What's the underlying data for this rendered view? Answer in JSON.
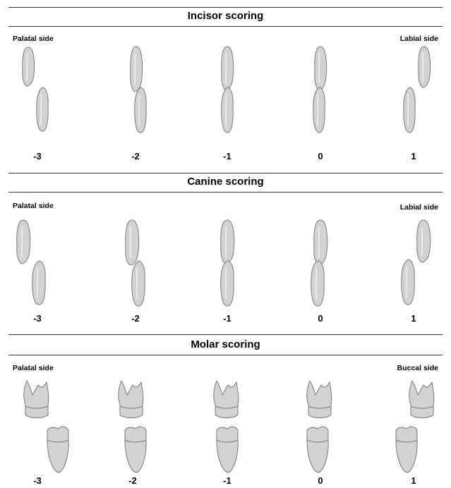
{
  "sections": [
    {
      "id": "incisor",
      "title": "Incisor scoring",
      "left_label": "Palatal side",
      "right_label": "Labial side",
      "scores": [
        "-3",
        "-2",
        "-1",
        "0",
        "1"
      ]
    },
    {
      "id": "canine",
      "title": "Canine scoring",
      "left_label": "Palatal side",
      "right_label": "Labial side",
      "scores": [
        "-3",
        "-2",
        "-1",
        "0",
        "1"
      ]
    },
    {
      "id": "molar",
      "title": "Molar scoring",
      "left_label": "Palatal side",
      "right_label": "Buccal side",
      "scores": [
        "-3",
        "-2",
        "-1",
        "0",
        "1"
      ]
    }
  ],
  "colors": {
    "tooth_fill": "#d2d2d2",
    "tooth_stroke": "#7a7a7a",
    "rule": "#333333"
  }
}
